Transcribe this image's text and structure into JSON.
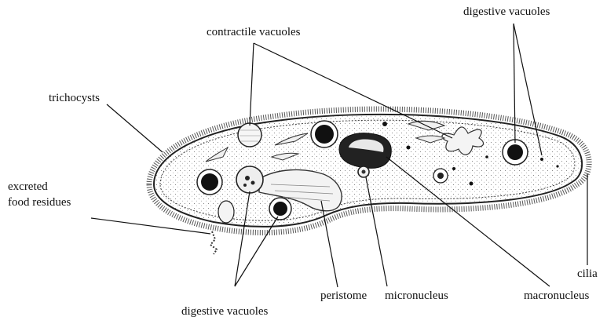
{
  "labels": {
    "digestive_vacuoles_top": "digestive vacuoles",
    "contractile_vacuoles": "contractile vacuoles",
    "trichocysts": "trichocysts",
    "excreted_food_residues_line1": "excreted",
    "excreted_food_residues_line2": "food residues",
    "cilia": "cilia",
    "digestive_vacuoles_bottom": "digestive vacuoles",
    "peristome": "peristome",
    "micronucleus": "micronucleus",
    "macronucleus": "macronucleus"
  }
}
